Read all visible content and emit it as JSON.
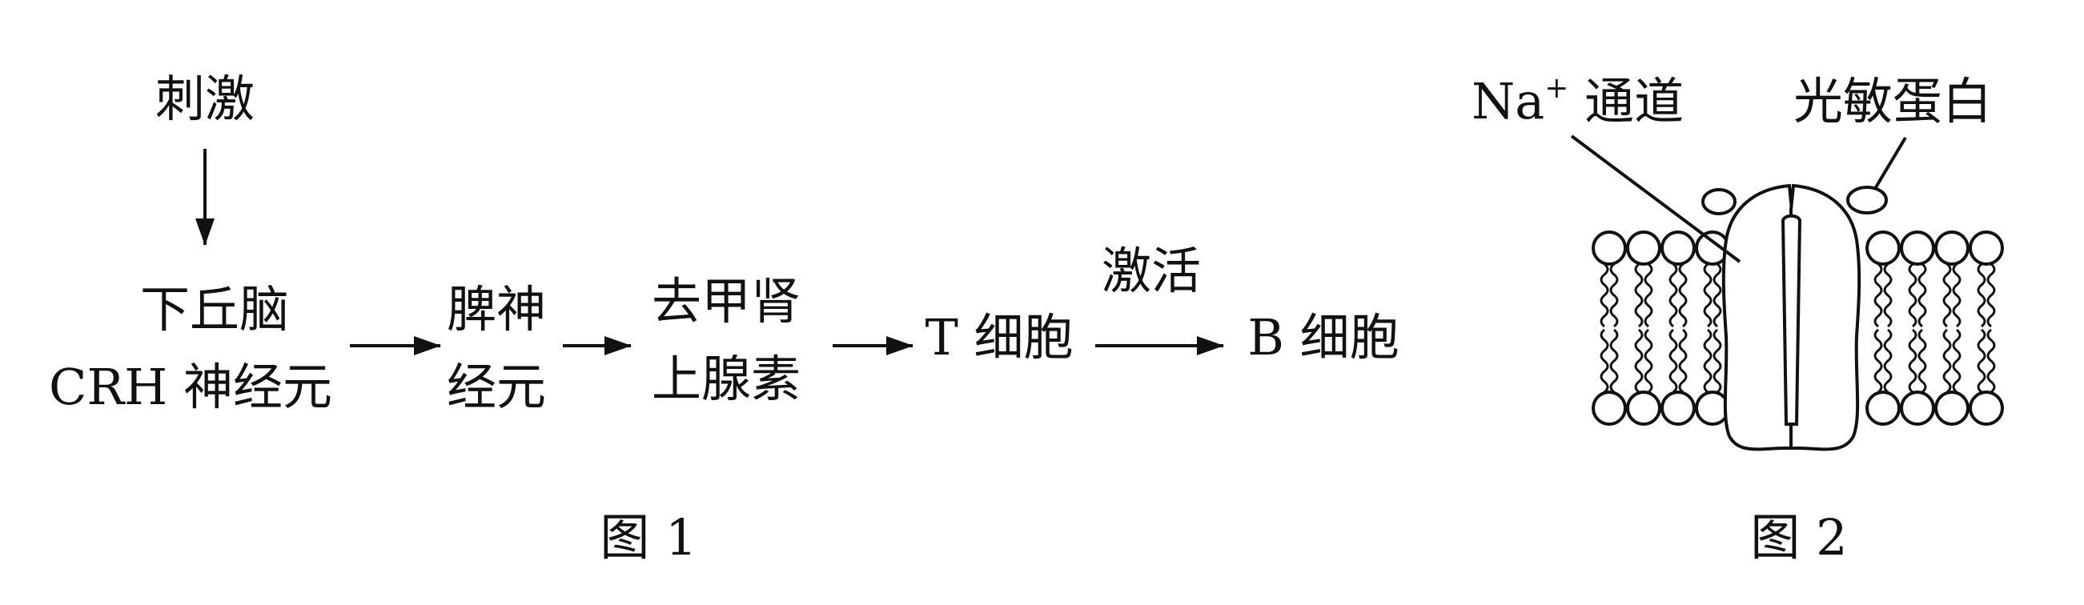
{
  "figure1": {
    "stimulus": "刺激",
    "nodes": {
      "hypothalamus_line1": "下丘脑",
      "hypothalamus_line2": "CRH 神经元",
      "spleen_line1": "脾神",
      "spleen_line2": "经元",
      "ne_line1": "去甲肾",
      "ne_line2": "上腺素",
      "t_cell": "T 细胞",
      "b_cell": "B 细胞"
    },
    "activate_label": "激活",
    "caption": "图 1"
  },
  "figure2": {
    "na_channel_label": "Na",
    "na_superscript": "+",
    "na_channel_suffix": " 通道",
    "opsin_label": "光敏蛋白",
    "caption": "图 2"
  }
}
